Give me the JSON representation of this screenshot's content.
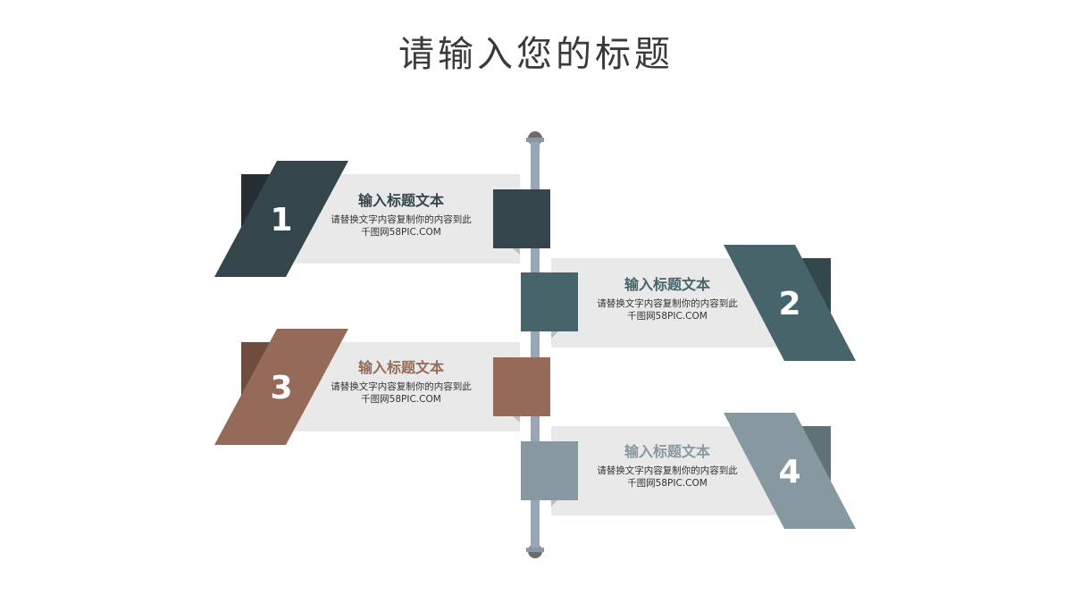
{
  "title": "请输入您的标题",
  "colors": {
    "panel": "#e9e9e9",
    "pole": "#9aa6b7",
    "cap": "#6b6b6b"
  },
  "items": [
    {
      "number": "1",
      "heading": "输入标题文本",
      "line1": "请替换文字内容复制你的内容到此",
      "line2": "千图网58PIC.COM",
      "color": "#34464b",
      "dark": "#252f33"
    },
    {
      "number": "2",
      "heading": "输入标题文本",
      "line1": "请替换文字内容复制你的内容到此",
      "line2": "千图网58PIC.COM",
      "color": "#46646a",
      "dark": "#33484d"
    },
    {
      "number": "3",
      "heading": "输入标题文本",
      "line1": "请替换文字内容复制你的内容到此",
      "line2": "千图网58PIC.COM",
      "color": "#956a58",
      "dark": "#6e4d40"
    },
    {
      "number": "4",
      "heading": "输入标题文本",
      "line1": "请替换文字内容复制你的内容到此",
      "line2": "千图网58PIC.COM",
      "color": "#8798a0",
      "dark": "#5f7278"
    }
  ]
}
